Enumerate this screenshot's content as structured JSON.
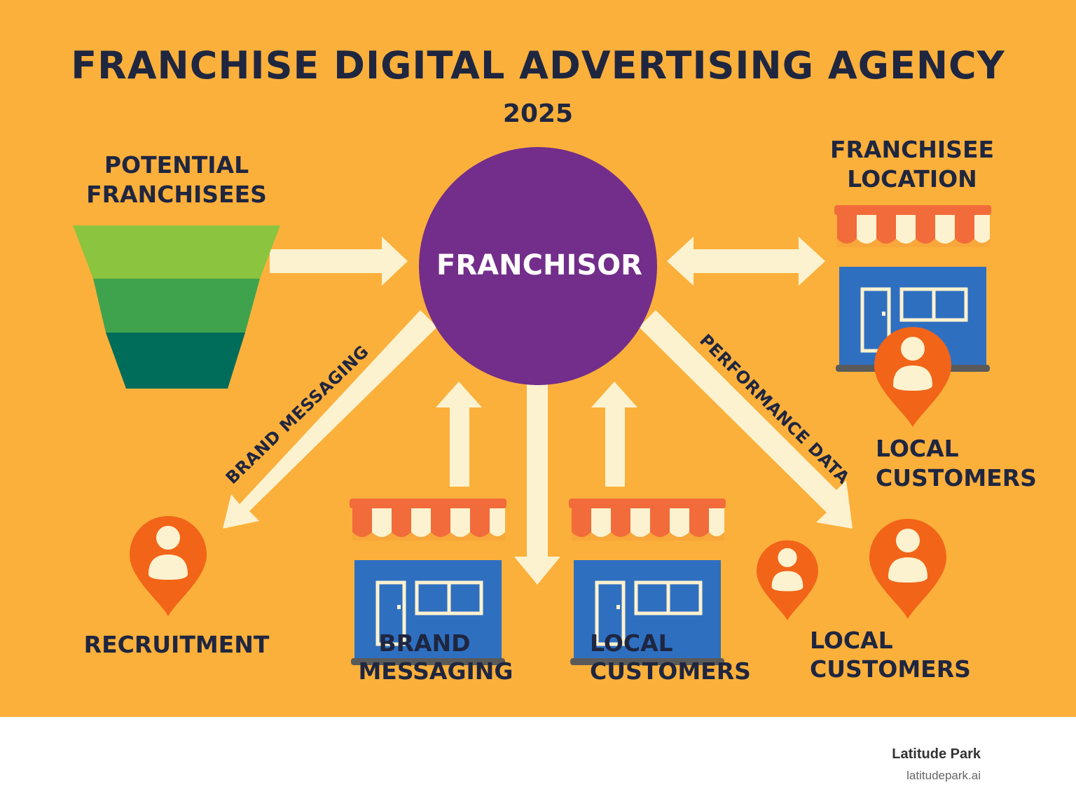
{
  "title": "FRANCHISE DIGITAL ADVERTISING AGENCY",
  "year": "2025",
  "nodes": {
    "franchisor": "FRANCHISOR",
    "potential_1": "POTENTIAL",
    "potential_2": "FRANCHISEES",
    "location_1": "FRANCHISEE",
    "location_2": "LOCATION",
    "recruitment": "RECRUITMENT",
    "brand_1": "BRAND",
    "brand_2": "MESSAGING",
    "local_a1": "LOCAL",
    "local_a2": "CUSTOMERS",
    "local_b1": "LOCAL",
    "local_b2": "CUSTOMERS",
    "local_c1": "LOCAL",
    "local_c2": "CUSTOMERS"
  },
  "edges": {
    "brand_messaging": "BRAND MESSAGING",
    "performance_data": "PERFORMANCE DATA"
  },
  "footer": {
    "brand": "Latitude Park",
    "url": "latitudepark.ai"
  },
  "colors": {
    "background": "#fbb03b",
    "franchisor": "#722e8a",
    "arrow": "#fdf2cf",
    "pin": "#f26418",
    "store_body": "#2f6fc0",
    "awning_red": "#f26b3a",
    "awning_cream": "#fdf2cf",
    "funnel_top": "#8bc43f",
    "funnel_mid": "#3fa34d",
    "funnel_bottom": "#006d5b",
    "text": "#1f2640"
  },
  "icons": [
    "funnel-icon",
    "storefront-icon",
    "location-pin-icon",
    "person-icon"
  ]
}
